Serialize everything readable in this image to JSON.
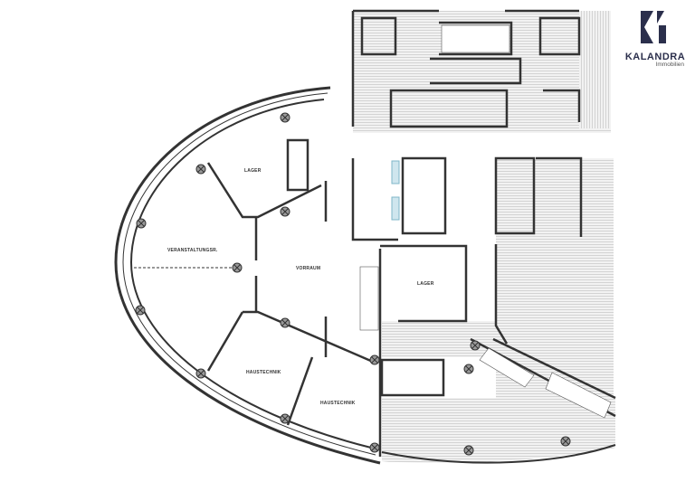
{
  "logo": {
    "name": "KALANDRA",
    "subtitle": "Immobilien",
    "color": "#2b2f4c"
  },
  "rooms": [
    {
      "id": "lager-1",
      "label": "LAGER"
    },
    {
      "id": "veranstaltungsraum",
      "label": "VERANSTALTUNGSR."
    },
    {
      "id": "vorraum",
      "label": "VORRAUM"
    },
    {
      "id": "lager-2",
      "label": "LAGER"
    },
    {
      "id": "haustechnik-1",
      "label": "HAUSTECHNIK"
    },
    {
      "id": "haustechnik-2",
      "label": "HAUSTECHNIK"
    }
  ],
  "colors": {
    "wall": "#333333",
    "hatch": "#9a9a9a",
    "sanitary": "#7fb7c8"
  }
}
